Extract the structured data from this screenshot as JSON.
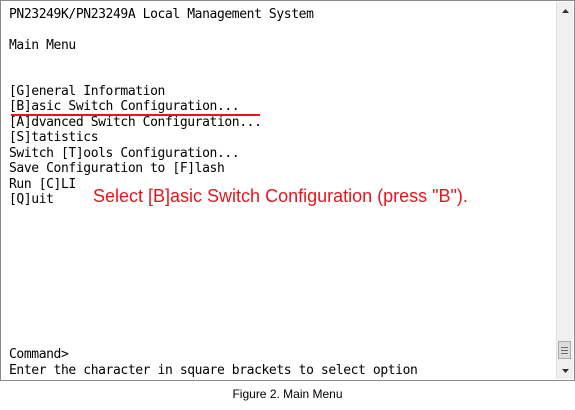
{
  "terminal": {
    "header_line": "PN23249K/PN23249A Local Management System",
    "menu_title": "Main Menu",
    "menu_items": [
      "[G]eneral Information",
      "[B]asic Switch Configuration...",
      "[A]dvanced Switch Configuration...",
      "[S]tatistics",
      "Switch [T]ools Configuration...",
      "Save Configuration to [F]lash",
      "Run [C]LI",
      "[Q]uit"
    ],
    "command_prompt": "Command>",
    "help_text": "Enter the character in square brackets to select option"
  },
  "annotation": {
    "text": "Select [B]asic Switch Configuration (press \"B\").",
    "color": "#e8141b"
  },
  "scrollbar": {
    "up_icon": "arrow-up",
    "down_icon": "arrow-down",
    "thumb_icon": "grip-lines"
  },
  "caption": "Figure 2. Main Menu"
}
